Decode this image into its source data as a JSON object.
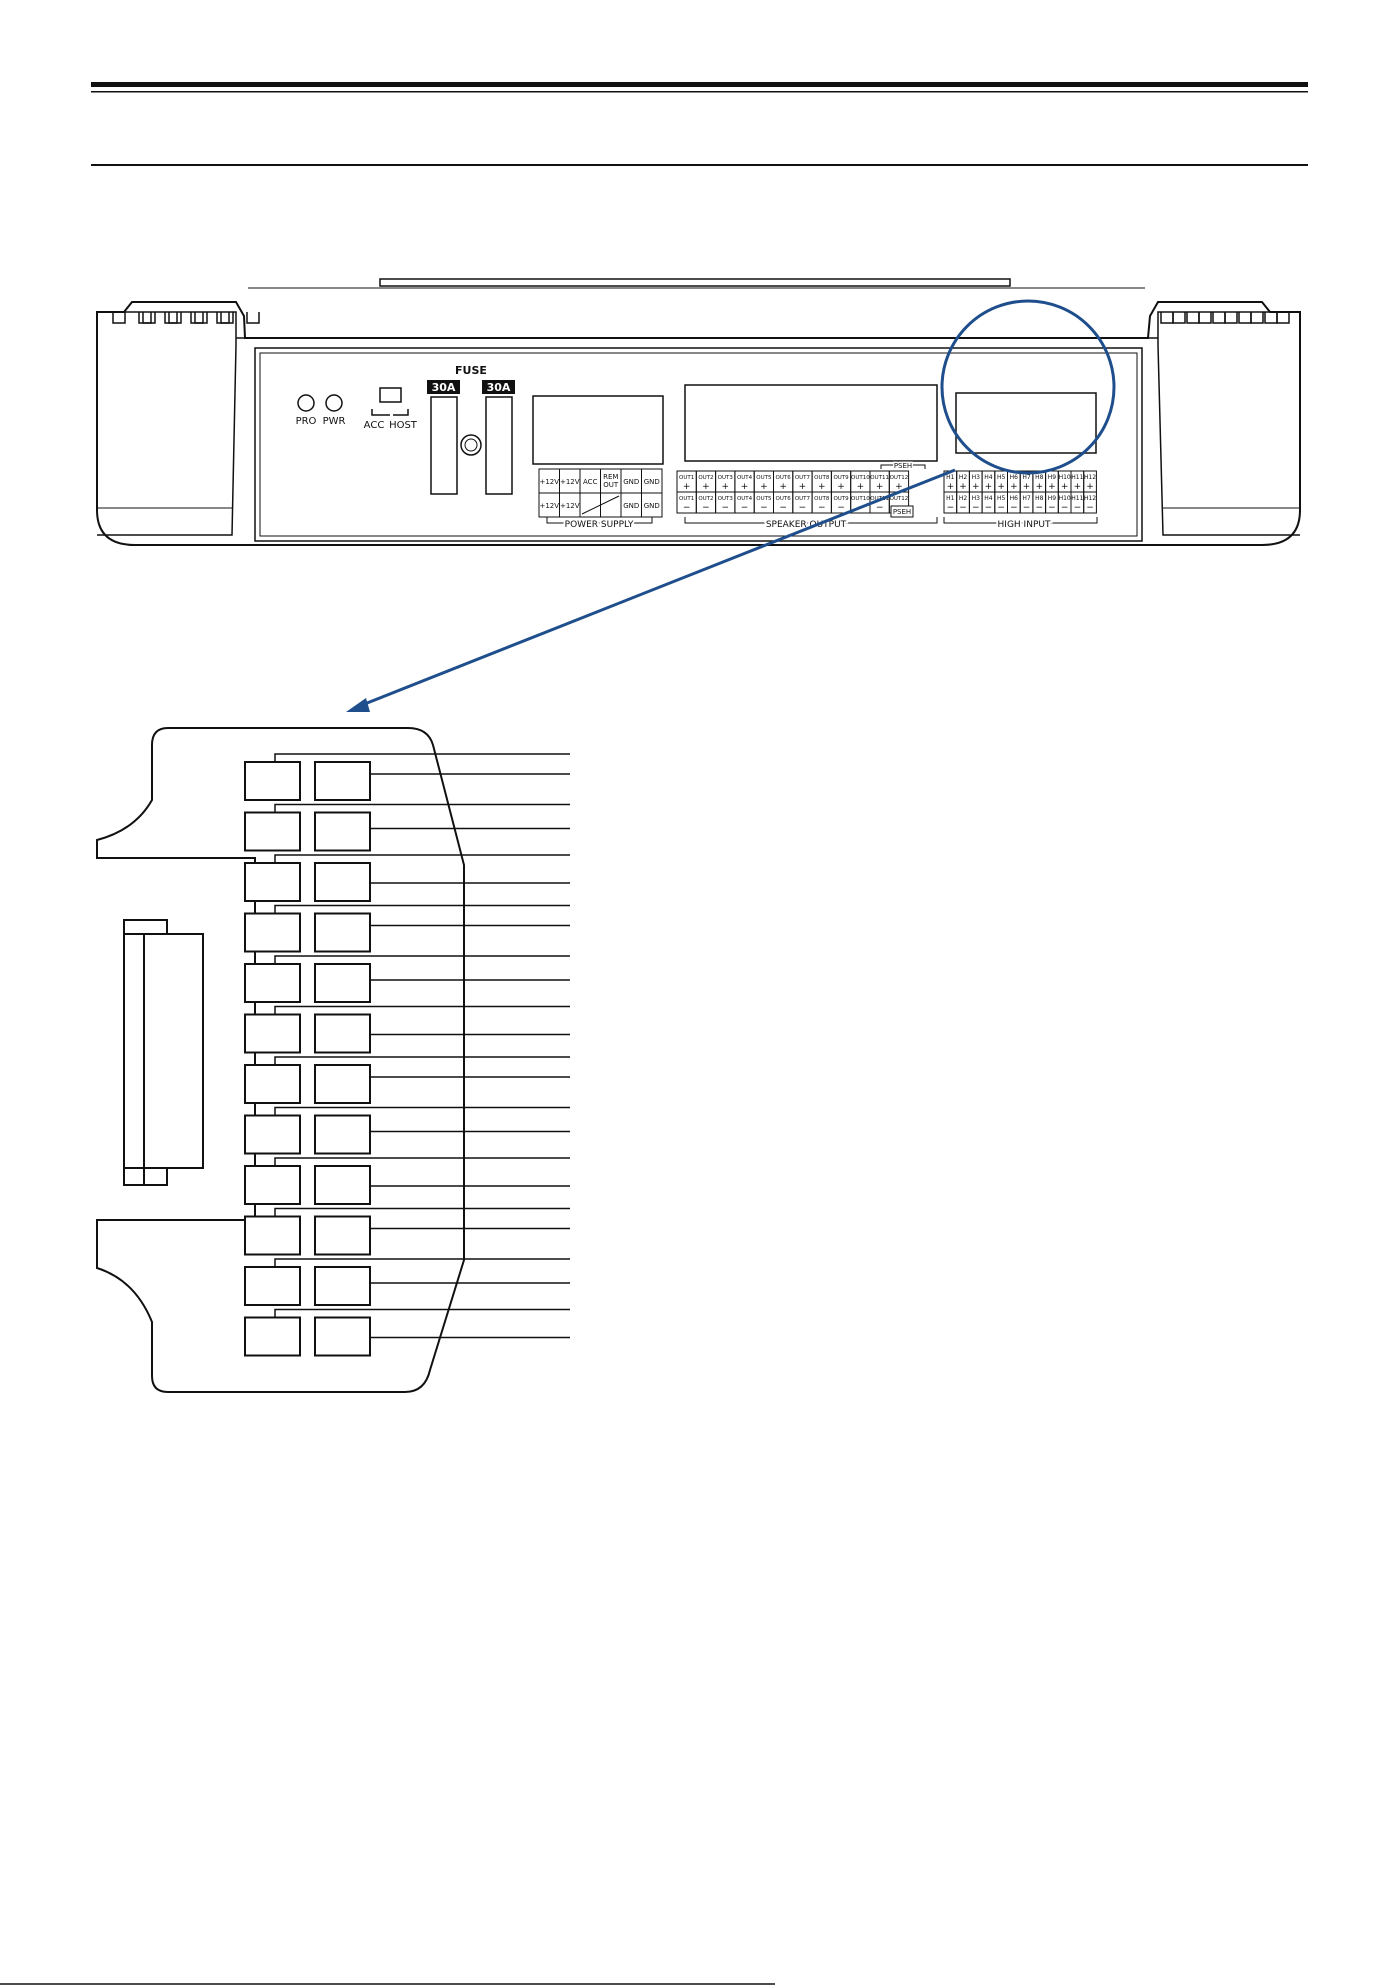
{
  "panel": {
    "fuse_title": "FUSE",
    "fuse_labels": [
      "30A",
      "30A"
    ],
    "indicators": [
      "PRO",
      "PWR"
    ],
    "switch_labels": [
      "ACC",
      "HOST"
    ],
    "power_terminals_top": [
      "+12V",
      "+12V",
      "ACC",
      "REM OUT",
      "GND",
      "GND"
    ],
    "power_terminals_bottom": [
      "+12V",
      "+12V",
      "",
      "",
      "GND",
      "GND"
    ],
    "speaker_terminals": [
      "OUT1",
      "OUT2",
      "OUT3",
      "OUT4",
      "OUT5",
      "OUT6",
      "OUT7",
      "OUT8",
      "OUT9",
      "OUT10",
      "OUT11",
      "OUT12"
    ],
    "high_terminals": [
      "H1",
      "H2",
      "H3",
      "H4",
      "H5",
      "H6",
      "H7",
      "H8",
      "H9",
      "H10",
      "H11",
      "H12"
    ],
    "pseh_label": "PSEH",
    "plus_sign": "+",
    "minus_sign": "−",
    "group_labels": {
      "power": "POWER SUPPLY",
      "speaker": "SPEAKER OUTPUT",
      "high": "HIGH INPUT"
    }
  },
  "connector": {
    "rows": 12,
    "pins_per_row": 2
  },
  "colors": {
    "highlight": "#1f4e8c",
    "line": "#111111",
    "label_bg": "#111111",
    "label_fg": "#ffffff"
  }
}
